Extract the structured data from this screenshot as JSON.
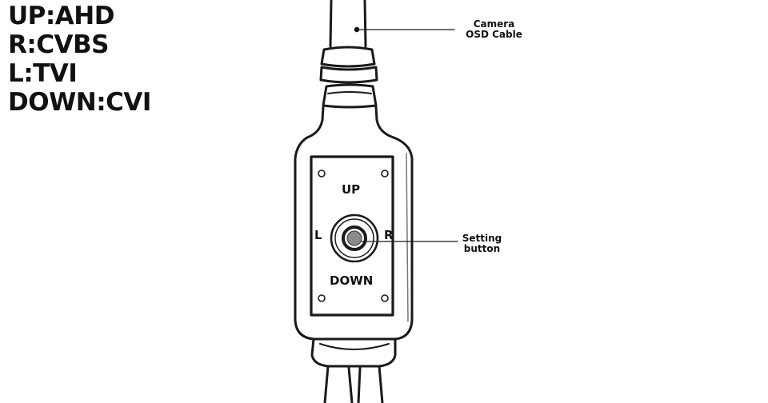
{
  "legend": {
    "up": "UP:AHD",
    "right": "R:CVBS",
    "left": "L:TVI",
    "down": "DOWN:CVI"
  },
  "callouts": {
    "camera_line1": "Camera",
    "camera_line2": "OSD Cable",
    "setting_line1": "Setting",
    "setting_line2": "button"
  },
  "panel": {
    "up": "UP",
    "down": "DOWN",
    "left": "L",
    "right": "R"
  }
}
